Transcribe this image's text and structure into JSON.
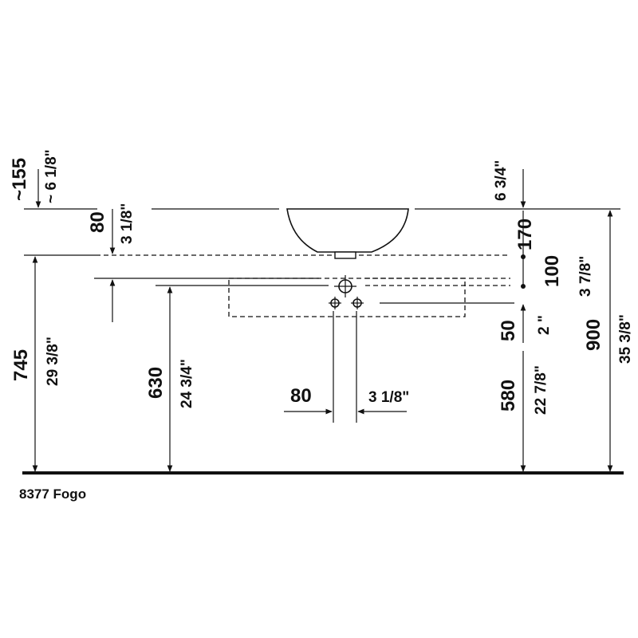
{
  "caption": "8377 Fogo",
  "dimensions": {
    "d155": "~155",
    "d6_1_8_approx": "~ 6 1/8\"",
    "d80_left": "80",
    "d3_1_8_left": "3 1/8\"",
    "d745": "745",
    "d29_3_8": "29 3/8\"",
    "d630": "630",
    "d24_3_4": "24 3/4\"",
    "d80_center": "80",
    "d3_1_8_center": "3 1/8\"",
    "d6_3_4": "6 3/4\"",
    "d170": "170",
    "d100": "100",
    "d3_7_8": "3 7/8\"",
    "d50": "50",
    "d2": "2 \"",
    "d580": "580",
    "d22_7_8": "22 7/8\"",
    "d900": "900",
    "d35_3_8": "35 3/8\""
  }
}
